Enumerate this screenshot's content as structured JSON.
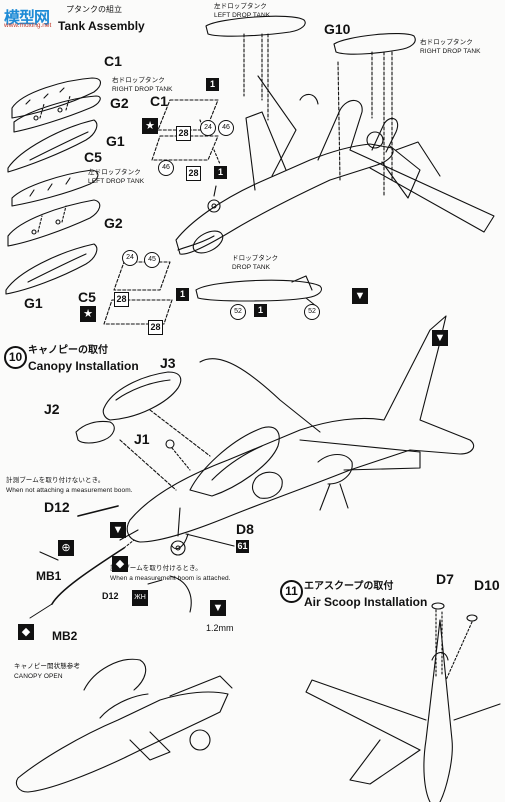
{
  "watermark": {
    "brand": "模型网",
    "url": "www.moxing.net"
  },
  "steps": {
    "drop_tank": {
      "title_jp": "プタンクの組立",
      "title_en": "Tank Assembly"
    },
    "canopy": {
      "number": "10",
      "title_jp": "キャノピーの取付",
      "title_en": "Canopy Installation"
    },
    "air_scoop": {
      "number": "11",
      "title_jp": "エアスクープの取付",
      "title_en": "Air Scoop Installation"
    }
  },
  "parts": {
    "c1_a": "C1",
    "g2_a": "G2",
    "g1_a": "G1",
    "c5_a": "C5",
    "g2_b": "G2",
    "g1_b": "G1",
    "c1_b": "C1",
    "c5_b": "C5",
    "g10": "G10",
    "j3": "J3",
    "j2": "J2",
    "j1": "J1",
    "d12": "D12",
    "d8": "D8",
    "mb1": "MB1",
    "mb2": "MB2",
    "d12_small": "D12",
    "d7": "D7",
    "d10": "D10"
  },
  "tank_labels": {
    "right_jp": "右ドロップタンク",
    "right_en": "RIGHT DROP TANK",
    "left_jp": "左ドロップタンク",
    "left_en": "LEFT DROP TANK",
    "left_top_jp": "左ドロップタンク",
    "left_top_en": "LEFT DROP TANK",
    "right_top_jp": "右ドロップタンク",
    "right_top_en": "RIGHT DROP TANK",
    "drop_jp": "ドロップタンク",
    "drop_en": "DROP TANK"
  },
  "decal_numbers": {
    "n1": "1",
    "n28a": "28",
    "n24a": "24",
    "n46a": "46",
    "n46b": "46",
    "n28b": "28",
    "n1b": "1",
    "n24b": "24",
    "n45": "45",
    "n28c": "28",
    "n1c": "1",
    "n28d": "28",
    "n52a": "52",
    "n1d": "1",
    "n52b": "52",
    "n61": "61"
  },
  "notes": {
    "no_boom_jp": "計測ブームを取り付けないとき。",
    "no_boom_en": "When not attaching a measurement boom.",
    "boom_jp": "計測ブームを取り付けるとき。",
    "boom_en": "When a measurement boom is attached.",
    "size": "1.2mm",
    "canopy_open_jp": "キャノピー開状態参考",
    "canopy_open_en": "CANOPY OPEN",
    "logo": "ЖН"
  },
  "symbols": {
    "star": "★",
    "cement": "▼",
    "diamond": "◆",
    "pin": "⊕"
  }
}
